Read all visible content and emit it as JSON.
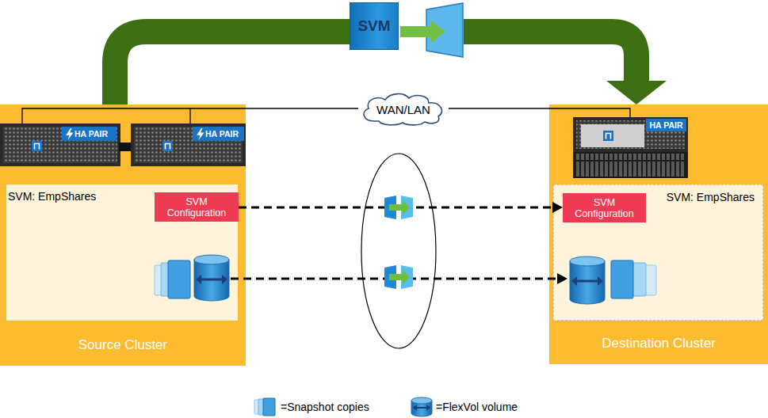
{
  "diagram": {
    "nodes": [
      {
        "text": [
          "Source Cluster"
        ]
      },
      {
        "text": [
          "SVM: EmpShares"
        ],
        "in": 0
      },
      {
        "text": [
          "SVM Configuration"
        ],
        "in": 1
      },
      {
        "text": [
          "Destination Cluster"
        ]
      },
      {
        "text": [
          "SVM: EmpShares"
        ],
        "in": 3
      },
      {
        "text": [
          "SVM Configuration"
        ],
        "in": 4
      },
      {
        "text": [
          "WAN/LAN"
        ]
      },
      {
        "text": [
          "SVM"
        ]
      }
    ],
    "edges": [
      {
        "from": 0,
        "to": 7,
        "arrow": "none"
      },
      {
        "from": 7,
        "to": 3,
        "arrow": "to"
      },
      {
        "from": 0,
        "to": 6,
        "arrow": "none"
      },
      {
        "from": 6,
        "to": 3,
        "arrow": "none"
      },
      {
        "from": 2,
        "to": 5,
        "arrow": "to"
      }
    ],
    "labels": [
      "HA PAIR",
      "HA PAIR",
      "HA PAIR"
    ],
    "legend": [
      {
        "text": "=Snapshot copies"
      },
      {
        "text": "=FlexVol volume"
      }
    ]
  }
}
